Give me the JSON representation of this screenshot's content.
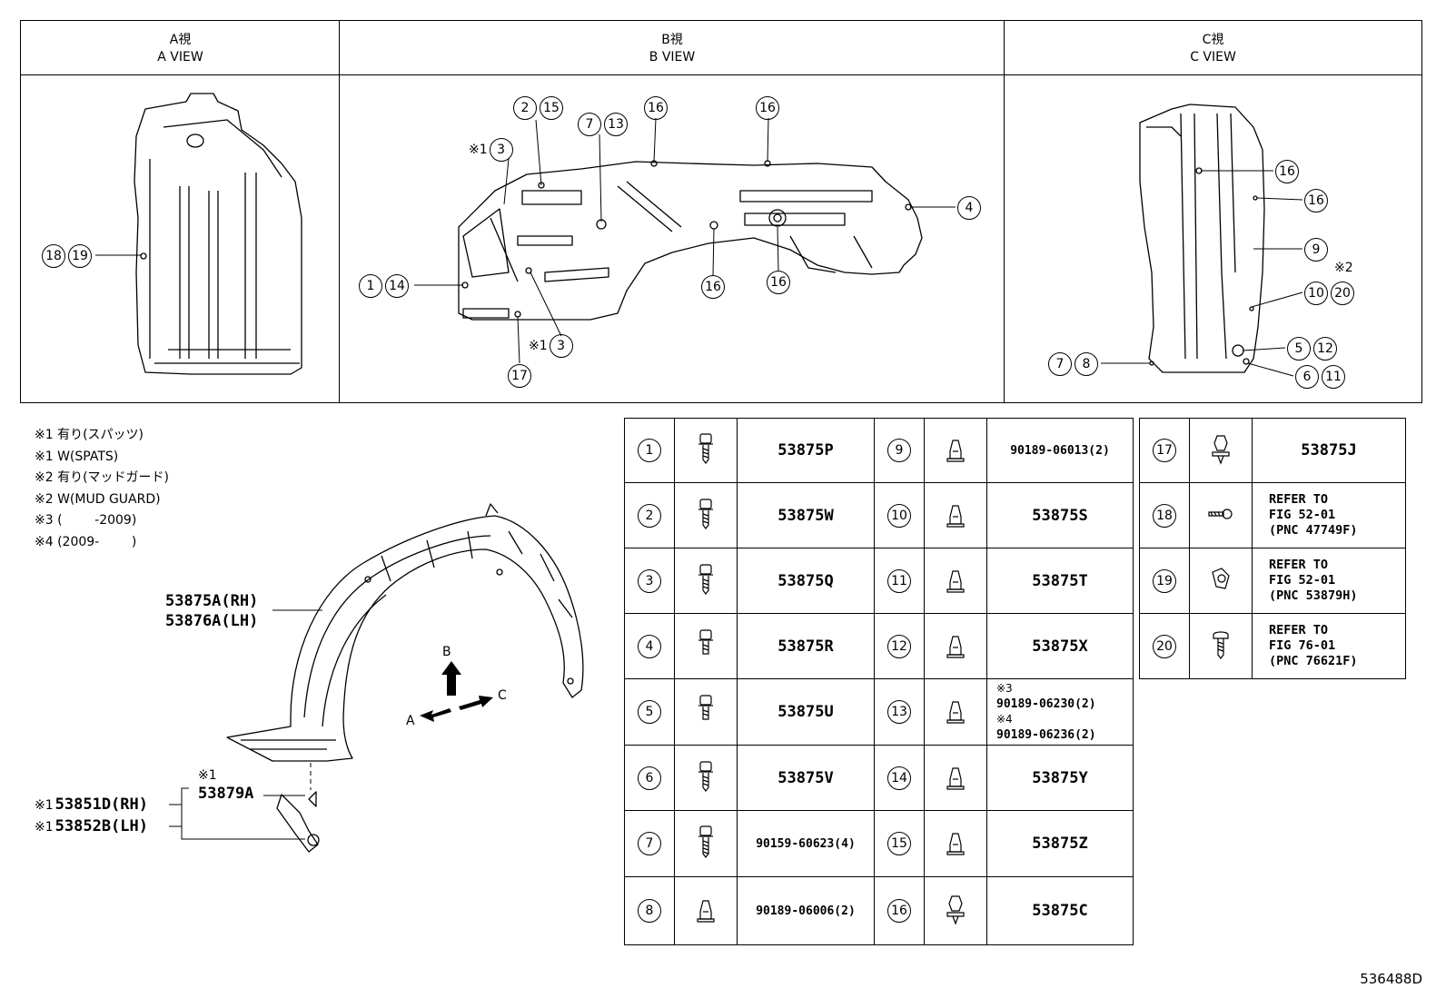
{
  "views": [
    {
      "title_jp": "A視",
      "title_en": "A VIEW"
    },
    {
      "title_jp": "B視",
      "title_en": "B VIEW"
    },
    {
      "title_jp": "C視",
      "title_en": "C VIEW"
    }
  ],
  "callouts_a": {
    "c18": "18",
    "c19": "19"
  },
  "callouts_b": {
    "note1a": "※1",
    "note1b": "※1",
    "c1": "1",
    "c14": "14",
    "c2": "2",
    "c15": "15",
    "c3a": "3",
    "c3b": "3",
    "c7": "7",
    "c13": "13",
    "c16a": "16",
    "c16b": "16",
    "c16c": "16",
    "c16d": "16",
    "c4": "4",
    "c17": "17"
  },
  "callouts_c": {
    "c16a": "16",
    "c16b": "16",
    "c9": "9",
    "note2": "※2",
    "c10": "10",
    "c20": "20",
    "c5": "5",
    "c12": "12",
    "c6": "6",
    "c11": "11",
    "c7": "7",
    "c8": "8"
  },
  "notes": [
    "※1 有り(スパッツ)",
    "※1 W(SPATS)",
    "※2 有り(マッドガード)",
    "※2 W(MUD GUARD)",
    "※3 (        -2009)",
    "※4 (2009-        )"
  ],
  "main_part": {
    "rh": "53875A(RH)",
    "lh": "53876A(LH)"
  },
  "spats_note": "※1",
  "spats_part": "53879A",
  "spats_rh_prefix": "※1",
  "spats_rh": "53851D(RH)",
  "spats_lh_prefix": "※1",
  "spats_lh": "53852B(LH)",
  "arrows": {
    "b": "B",
    "a": "A",
    "c": "C"
  },
  "parts_table": {
    "col1": [
      {
        "num": "1",
        "part": "53875P"
      },
      {
        "num": "2",
        "part": "53875W"
      },
      {
        "num": "3",
        "part": "53875Q"
      },
      {
        "num": "4",
        "part": "53875R"
      },
      {
        "num": "5",
        "part": "53875U"
      },
      {
        "num": "6",
        "part": "53875V"
      },
      {
        "num": "7",
        "part": "90159-60623(4)"
      },
      {
        "num": "8",
        "part": "90189-06006(2)"
      }
    ],
    "col2": [
      {
        "num": "9",
        "part": "90189-06013(2)"
      },
      {
        "num": "10",
        "part": "53875S"
      },
      {
        "num": "11",
        "part": "53875T"
      },
      {
        "num": "12",
        "part": "53875X"
      },
      {
        "num": "13",
        "part_note3": "※3",
        "part_a": "90189-06230(2)",
        "part_note4": "※4",
        "part_b": "90189-06236(2)"
      },
      {
        "num": "14",
        "part": "53875Y"
      },
      {
        "num": "15",
        "part": "53875Z"
      },
      {
        "num": "16",
        "part": "53875C"
      }
    ],
    "col3": [
      {
        "num": "17",
        "part": "53875J"
      },
      {
        "num": "18",
        "l1": "REFER TO",
        "l2": "FIG 52-01",
        "l3": "(PNC 47749F)"
      },
      {
        "num": "19",
        "l1": "REFER TO",
        "l2": "FIG 52-01",
        "l3": "(PNC 53879H)"
      },
      {
        "num": "20",
        "l1": "REFER TO",
        "l2": "FIG 76-01",
        "l3": "(PNC 76621F)"
      }
    ]
  },
  "diagram_code": "536488D"
}
